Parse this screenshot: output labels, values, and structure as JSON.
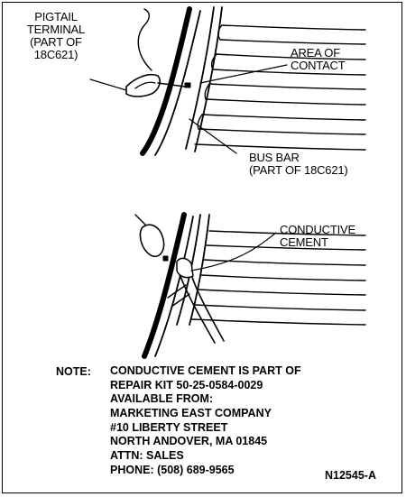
{
  "labels": {
    "pigtail": [
      "PIGTAIL",
      "TERMINAL",
      "(PART OF",
      "18C621)"
    ],
    "area_of_contact": [
      "AREA OF",
      "CONTACT"
    ],
    "bus_bar": [
      "BUS BAR",
      "(PART OF 18C621)"
    ],
    "conductive_cement": [
      "CONDUCTIVE",
      "CEMENT"
    ]
  },
  "note": {
    "key": "NOTE:",
    "lines": [
      "CONDUCTIVE CEMENT IS PART OF",
      "REPAIR KIT 50-25-0584-0029",
      "AVAILABLE FROM:",
      "MARKETING EAST COMPANY",
      "#10 LIBERTY STREET",
      "NORTH ANDOVER, MA 01845",
      "ATTN: SALES",
      "PHONE: (508) 689-9565"
    ]
  },
  "figure_ref": "N12545-A"
}
